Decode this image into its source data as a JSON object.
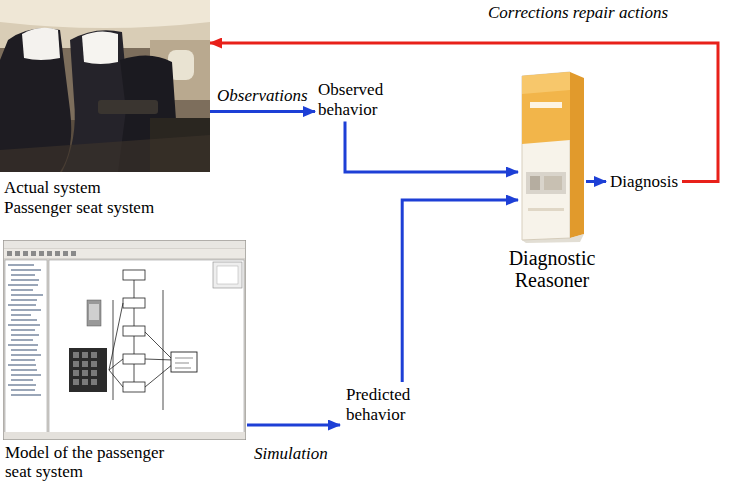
{
  "diagram": {
    "nodes": [
      {
        "text": [
          "Actual system Passenger seat system"
        ]
      },
      {
        "text": [
          "Observed behavior"
        ]
      },
      {
        "text": [
          "Diagnostic Reasoner"
        ]
      },
      {
        "text": [
          "Diagnosis"
        ]
      },
      {
        "text": [
          "Model of the passenger seat system"
        ]
      },
      {
        "text": [
          "Predicted behavior"
        ]
      }
    ],
    "edges": [
      {
        "from": 0,
        "to": 1,
        "arrow": "to",
        "label": "Observations"
      },
      {
        "from": 1,
        "to": 2,
        "arrow": "to"
      },
      {
        "from": 5,
        "to": 2,
        "arrow": "to"
      },
      {
        "from": 4,
        "to": 5,
        "arrow": "to",
        "label": "Simulation"
      },
      {
        "from": 2,
        "to": 3,
        "arrow": "to"
      },
      {
        "from": 3,
        "to": 0,
        "arrow": "to",
        "label": "Corrections repair actions"
      }
    ]
  }
}
